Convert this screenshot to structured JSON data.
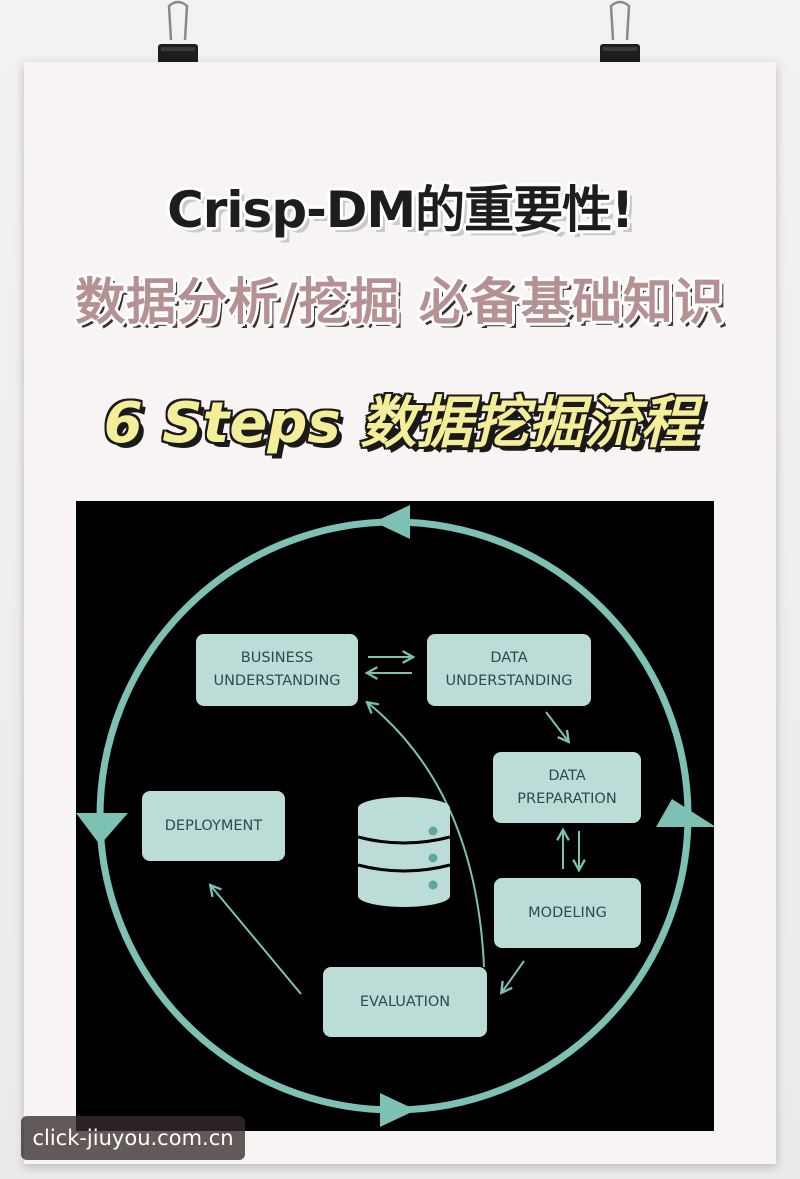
{
  "title": {
    "line1": "Crisp-DM的重要性!",
    "line2": "数据分析/挖掘 必备基础知识",
    "line3": "6 Steps 数据挖掘流程"
  },
  "diagram": {
    "background_color": "#000000",
    "accent_color": "#7cc1b3",
    "box_color": "#bcdcd7",
    "stages": {
      "business_understanding": "BUSINESS\nUNDERSTANDING",
      "data_understanding": "DATA\nUNDERSTANDING",
      "data_preparation": "DATA\nPREPARATION",
      "modeling": "MODELING",
      "evaluation": "EVALUATION",
      "deployment": "DEPLOYMENT"
    },
    "center_icon": "database-icon"
  },
  "watermark": "click-jiuyou.com.cn"
}
